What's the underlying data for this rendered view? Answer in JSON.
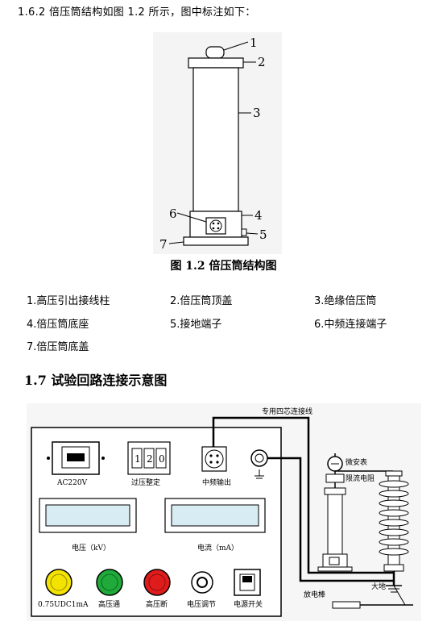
{
  "intro_text": "1.6.2 倍压筒结构如图 1.2 所示，图中标注如下：",
  "figure1": {
    "callouts": [
      "1",
      "2",
      "3",
      "4",
      "5",
      "6",
      "7"
    ],
    "caption": "图 1.2   倍压筒结构图"
  },
  "legend": [
    "1.高压引出接线柱",
    "2.倍压筒顶盖",
    "3.绝缘倍压筒",
    "4.倍压筒底座",
    "5.接地端子",
    "6.中频连接端子",
    "7.倍压筒底盖"
  ],
  "section_title": "1.7 试验回路连接示意图",
  "figure2": {
    "cable_label": "专用四芯连接线",
    "power_socket_label": "AC220V",
    "counter_digits": [
      "1",
      "2",
      "0"
    ],
    "counter_label": "过压整定",
    "mf_output_label": "中频输出",
    "voltage_meter_label": "电压（kV）",
    "current_meter_label": "电流（mA）",
    "button_labels": [
      "0.75UDC1mA",
      "高压通",
      "高压断",
      "电压调节",
      "电源开关"
    ],
    "microammeter_label": "微安表",
    "resistor_label": "限流电阻",
    "ground_label": "大地",
    "discharge_rod_label": "放电棒",
    "colors": {
      "yellow": "#f4e300",
      "green": "#1faa3a",
      "red": "#e01b1b",
      "lcd": "#d8ecf4"
    }
  }
}
